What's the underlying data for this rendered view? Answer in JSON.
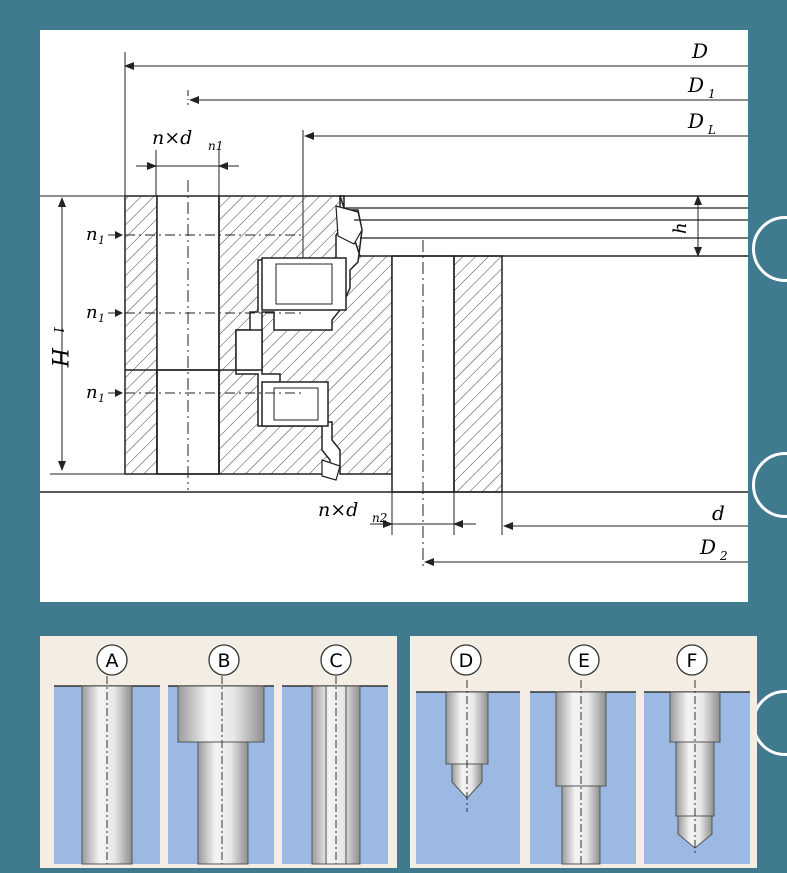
{
  "dimensions": {
    "D": "D",
    "D1": "D",
    "D1_sub": "1",
    "DL": "D",
    "DL_sub": "L",
    "h": "h",
    "H1": "H",
    "H1_sub": "1",
    "n1": "n",
    "n1_sub": "1",
    "ndn1": "n×d",
    "ndn1_sub": "n1",
    "ndn2": "n×d",
    "ndn2_sub": "n2",
    "d": "d",
    "D2": "D",
    "D2_sub": "2"
  },
  "hole_types": [
    {
      "id": "A",
      "label": "A"
    },
    {
      "id": "B",
      "label": "B"
    },
    {
      "id": "C",
      "label": "C"
    },
    {
      "id": "D",
      "label": "D"
    },
    {
      "id": "E",
      "label": "E"
    },
    {
      "id": "F",
      "label": "F"
    }
  ],
  "colors": {
    "background": "#3f7a8e",
    "panel": "#ffffff",
    "hole_panel": "#f4ede3",
    "hole_fill": "#9bb9e2",
    "line": "#222222"
  }
}
